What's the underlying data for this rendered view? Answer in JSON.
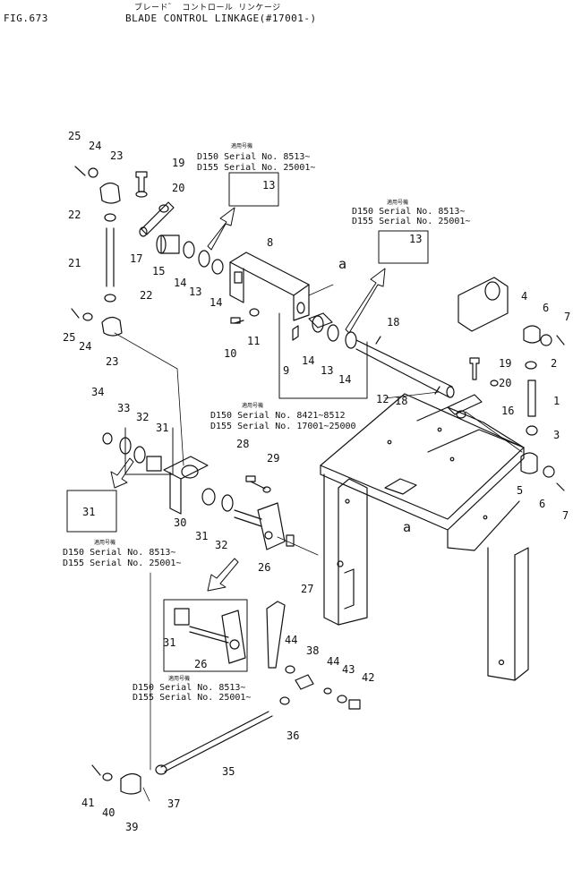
{
  "header": {
    "fig_label": "FIG.673",
    "kana_title": "ブレード゛ コントロール リンケージ",
    "title": "BLADE CONTROL LINKAGE(#17001-)"
  },
  "serial_boxes": [
    {
      "id": "s1",
      "kana": "適用号機",
      "lines": [
        "D150  Serial No. 8513~",
        "D155  Serial No. 25001~"
      ]
    },
    {
      "id": "s2",
      "kana": "適用号機",
      "lines": [
        "D150  Serial No. 8513~",
        "D155  Serial No. 25001~"
      ]
    },
    {
      "id": "s3",
      "kana": "適用号機",
      "lines": [
        "D150  Serial No. 8421~8512",
        "D155  Serial No. 17001~25000"
      ]
    },
    {
      "id": "s4",
      "kana": "適用号機",
      "lines": [
        "D150  Serial No. 8513~",
        "D155  Serial No. 25001~"
      ]
    },
    {
      "id": "s5",
      "kana": "適用号機",
      "lines": [
        "D150  Serial No. 8513~",
        "D155  Serial No. 25001~"
      ]
    }
  ],
  "callouts": [
    {
      "id": "c25a",
      "label": "25"
    },
    {
      "id": "c24a",
      "label": "24"
    },
    {
      "id": "c23a",
      "label": "23"
    },
    {
      "id": "c19a",
      "label": "19"
    },
    {
      "id": "c20a",
      "label": "20"
    },
    {
      "id": "c13a",
      "label": "13"
    },
    {
      "id": "c22a",
      "label": "22"
    },
    {
      "id": "c21",
      "label": "21"
    },
    {
      "id": "c17",
      "label": "17"
    },
    {
      "id": "c15",
      "label": "15"
    },
    {
      "id": "c14a",
      "label": "14"
    },
    {
      "id": "c13b",
      "label": "13"
    },
    {
      "id": "c14b",
      "label": "14"
    },
    {
      "id": "c8",
      "label": "8"
    },
    {
      "id": "ca1",
      "label": "a"
    },
    {
      "id": "c22b",
      "label": "22"
    },
    {
      "id": "c25b",
      "label": "25"
    },
    {
      "id": "c24b",
      "label": "24"
    },
    {
      "id": "c23b",
      "label": "23"
    },
    {
      "id": "c10",
      "label": "10"
    },
    {
      "id": "c11",
      "label": "11"
    },
    {
      "id": "c9",
      "label": "9"
    },
    {
      "id": "c14c",
      "label": "14"
    },
    {
      "id": "c13c",
      "label": "13"
    },
    {
      "id": "c14d",
      "label": "14"
    },
    {
      "id": "c13d",
      "label": "13"
    },
    {
      "id": "c18a",
      "label": "18"
    },
    {
      "id": "c12",
      "label": "12"
    },
    {
      "id": "c18b",
      "label": "18"
    },
    {
      "id": "c4",
      "label": "4"
    },
    {
      "id": "c6a",
      "label": "6"
    },
    {
      "id": "c7a",
      "label": "7"
    },
    {
      "id": "c19b",
      "label": "19"
    },
    {
      "id": "c2",
      "label": "2"
    },
    {
      "id": "c20b",
      "label": "20"
    },
    {
      "id": "c1",
      "label": "1"
    },
    {
      "id": "c16",
      "label": "16"
    },
    {
      "id": "c3",
      "label": "3"
    },
    {
      "id": "c5",
      "label": "5"
    },
    {
      "id": "c6b",
      "label": "6"
    },
    {
      "id": "c7b",
      "label": "7"
    },
    {
      "id": "ca2",
      "label": "a"
    },
    {
      "id": "c34",
      "label": "34"
    },
    {
      "id": "c33",
      "label": "33"
    },
    {
      "id": "c32a",
      "label": "32"
    },
    {
      "id": "c31a",
      "label": "31"
    },
    {
      "id": "c28",
      "label": "28"
    },
    {
      "id": "c29",
      "label": "29"
    },
    {
      "id": "c31b",
      "label": "31"
    },
    {
      "id": "c30",
      "label": "30"
    },
    {
      "id": "c31c",
      "label": "31"
    },
    {
      "id": "c32b",
      "label": "32"
    },
    {
      "id": "c26a",
      "label": "26"
    },
    {
      "id": "c27",
      "label": "27"
    },
    {
      "id": "c31d",
      "label": "31"
    },
    {
      "id": "c26b",
      "label": "26"
    },
    {
      "id": "c44a",
      "label": "44"
    },
    {
      "id": "c38",
      "label": "38"
    },
    {
      "id": "c44b",
      "label": "44"
    },
    {
      "id": "c43",
      "label": "43"
    },
    {
      "id": "c42",
      "label": "42"
    },
    {
      "id": "c36",
      "label": "36"
    },
    {
      "id": "c35",
      "label": "35"
    },
    {
      "id": "c41",
      "label": "41"
    },
    {
      "id": "c40",
      "label": "40"
    },
    {
      "id": "c39",
      "label": "39"
    },
    {
      "id": "c37",
      "label": "37"
    }
  ]
}
